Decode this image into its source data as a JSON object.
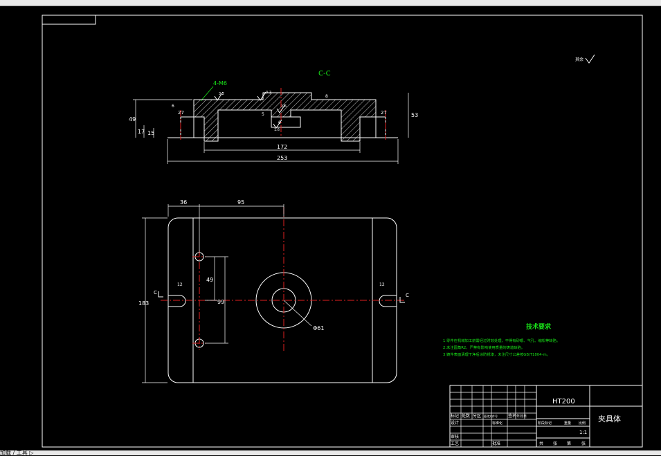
{
  "title_block": {
    "material": "HT200",
    "part_name": "夹具体",
    "scale": "1:1",
    "rows": [
      "标记",
      "处数",
      "分区",
      "更改文件号",
      "签名",
      "年月日",
      "设计",
      "标准化",
      "阶段标记",
      "重量",
      "比例",
      "审核",
      "工艺",
      "批准",
      "共",
      "张",
      "第",
      "张"
    ]
  },
  "section": {
    "label": "C-C",
    "thread_note": "4-M6"
  },
  "roughness": {
    "corner_note": "其余",
    "values": [
      "3.2",
      "3.2",
      "1.6",
      "1.6"
    ]
  },
  "dimensions": {
    "section": [
      "253",
      "172",
      "49",
      "17",
      "15",
      "27",
      "27",
      "53",
      "6",
      "5",
      "6",
      "8"
    ],
    "plan": [
      "36",
      "95",
      "49",
      "99",
      "183",
      "Φ61",
      "12",
      "12"
    ]
  },
  "tech_requirements": {
    "heading": "技术要求",
    "items": [
      "1.零件在机械加工前需经过时效处理，不得有砂眼、气孔、缩松等缺陷。",
      "2.未注圆角R2，严禁有影响使用质量的铸造缺陷。",
      "3.铸件表面清理干净后涂防锈漆，未注尺寸公差按GB/T1804-m。"
    ]
  },
  "section_marks": [
    "C",
    "C"
  ],
  "status_text": "加载 / 工具 ▷",
  "colors": {
    "background": "#000000",
    "lines": "#ffffff",
    "centerline": "#e02020",
    "annotation": "#19e619",
    "toolbar": "#e9e9e9"
  }
}
